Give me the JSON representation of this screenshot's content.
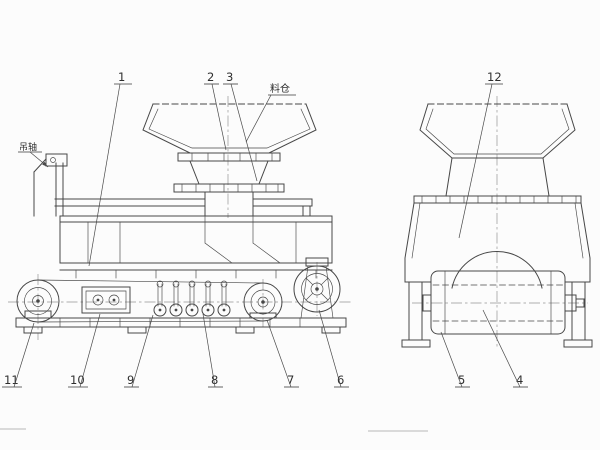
{
  "drawing": {
    "labels": {
      "lifting_lug": "吊轴",
      "hopper": "料仓"
    },
    "callouts": {
      "n1": "1",
      "n2": "2",
      "n3": "3",
      "n4": "4",
      "n5": "5",
      "n6": "6",
      "n7": "7",
      "n8": "8",
      "n9": "9",
      "n10": "10",
      "n11": "11",
      "n12": "12"
    },
    "colors": {
      "line": "#474747",
      "centerline": "#949494",
      "text": "#2e2e2e",
      "background": "#fcfcfc"
    }
  }
}
